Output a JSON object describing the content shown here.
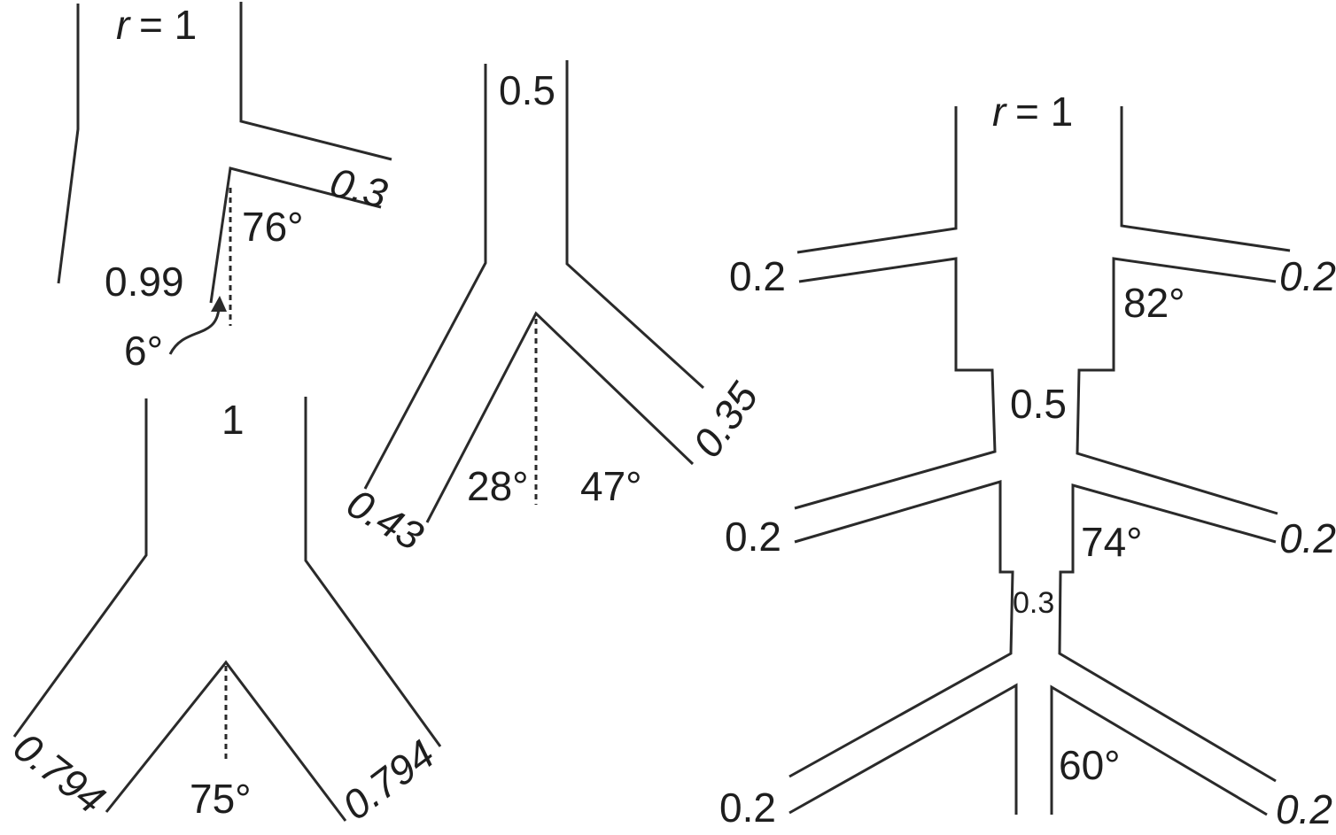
{
  "diagrams": {
    "asymmetric_branch": {
      "parent_label": "= 1",
      "parent_var": "r",
      "main_label": "0.99",
      "side_label": "0.3",
      "side_angle": "76°",
      "main_angle": "6°"
    },
    "symmetric_branch": {
      "parent_label": "1",
      "left_label": "0.794",
      "right_label": "0.794",
      "angle": "75°"
    },
    "unequal_branch": {
      "parent_label": "0.5",
      "left_label": "0.43",
      "right_label": "0.35",
      "left_angle": "28°",
      "right_angle": "47°"
    },
    "multi_branch": {
      "parent_label": "= 1",
      "parent_var": "r",
      "level1": {
        "left": "0.2",
        "right": "0.2",
        "angle": "82°"
      },
      "trunk2_label": "0.5",
      "level2": {
        "left": "0.2",
        "right": "0.2",
        "angle": "74°"
      },
      "trunk3_label": "0.3",
      "level3": {
        "left": "0.2",
        "right": "0.2",
        "angle": "60°"
      }
    }
  },
  "colors": {
    "line": "#2a2a2a",
    "text": "#1e1e1e",
    "background": "#ffffff"
  }
}
